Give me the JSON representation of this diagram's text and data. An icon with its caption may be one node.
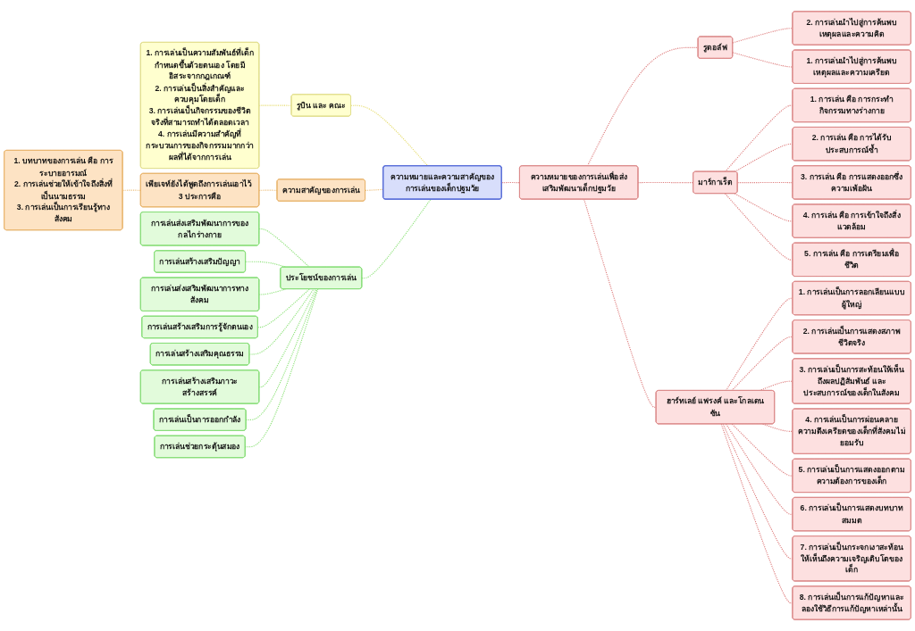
{
  "diagram": {
    "nodes": [
      {
        "text": [
          "ความหมายและความสาคัญของการเล่นของเด็กปฐมวัย"
        ]
      },
      {
        "text": [
          "รูบิน และ คณะ"
        ]
      },
      {
        "text": [
          "1. การเล่นเป็นความสัมพันธ์ที่เด็กกำหนดขึ้นด้วยตนเอง โดยมีอิสระจากกฎเกณฑ์",
          "2. การเล่นเป็นสิ่งสำคัญและควบคุมโดยเด็ก",
          "3. การเล่นเป็นกิจกรรมของชีวิตจริงที่สามารถทำได้ตลอดเวลา",
          "4. การเล่นมีความสำคัญที่กระบวนการของกิจกรรมมากกว่าผลที่ได้จากการเล่น"
        ]
      },
      {
        "text": [
          "ความสาคัญของการเล่น"
        ]
      },
      {
        "text": [
          "เพียเจท์ยังได้พูดถึงการเล่นเอาไว้ 3 ประการคือ"
        ]
      },
      {
        "text": [
          "1. บทบาทของการเล่น คือ การระบายอารมณ์",
          "2. การเล่นช่วยให้เข้าใจถึงสิ่งที่เป็นนามธรรม",
          "3. การเล่นเป็นการเรียนรู้ทางสังคม"
        ]
      },
      {
        "text": [
          "ประโยชน์ของการเล่น"
        ]
      },
      {
        "text": [
          "การเล่นส่งเสริมพัฒนาการของกลไกร่างกาย"
        ]
      },
      {
        "text": [
          "การเล่นสร้างเสริมปัญญา"
        ]
      },
      {
        "text": [
          "การเล่นส่งเสริมพัฒนาการทางสังคม"
        ]
      },
      {
        "text": [
          "การเล่นสร้างเสริมการรู้จักตนเอง"
        ]
      },
      {
        "text": [
          "การเล่นสร้างเสริมคุณธรรม"
        ]
      },
      {
        "text": [
          "การเล่นสร้างเสริมภาวะสร้างสรรค์"
        ]
      },
      {
        "text": [
          "การเล่นเป็นการออกกำลัง"
        ]
      },
      {
        "text": [
          "การเล่นช่วยกระตุ้นสมอง"
        ]
      },
      {
        "text": [
          "ความหมายของการเล่นเพื่อส่งเสริมพัฒนาเด็กปฐมวัย"
        ]
      },
      {
        "text": [
          "รูดอล์ฟ"
        ]
      },
      {
        "text": [
          "2. การเล่นนำไปสู่การค้นพบเหตุผลและความคิด"
        ]
      },
      {
        "text": [
          "1. การเล่นนำไปสู่การค้นพบเหตุผลและความเครียด"
        ]
      },
      {
        "text": [
          "มาร์กาเร็ต"
        ]
      },
      {
        "text": [
          "1. การเล่น คือ การกระทำกิจกรรมทางร่างกาย"
        ]
      },
      {
        "text": [
          "2. การเล่น คือ การได้รับประสบการณ์ซ้ำ"
        ]
      },
      {
        "text": [
          "3. การเล่น คือ การแสดงออกซึ่งความเพ้อฝัน"
        ]
      },
      {
        "text": [
          "4. การเล่น คือ การเข้าใจถึงสิ่งแวดล้อม"
        ]
      },
      {
        "text": [
          "5. การเล่น คือ การเตรียมเพื่อชีวิต"
        ]
      },
      {
        "text": [
          "ฮาร์ทเลย์ แฟรงค์ และโกลเดนซัน"
        ]
      },
      {
        "text": [
          "1. การเล่นเป็นการลอกเลียนแบบผู้ใหญ่"
        ]
      },
      {
        "text": [
          "2. การเล่นเป็นการแสดงสภาพชีวิตจริง"
        ]
      },
      {
        "text": [
          "3. การเล่นเป็นการสะท้อนให้เห็นถึงผลปฏิสัมพันธ์ และประสบการณ์ของเด็กในสังคม"
        ]
      },
      {
        "text": [
          "4. การเล่นเป็นการผ่อนคลายความตึงเครียดของเด็กที่สังคมไม่ยอมรับ"
        ]
      },
      {
        "text": [
          "5. การเล่นเป็นการแสดงออกตามความต้องการของเด็ก"
        ]
      },
      {
        "text": [
          "6. การเล่นเป็นการแสดงบทบาทสมมต"
        ]
      },
      {
        "text": [
          "7. การเล่นเป็นกระจกเงาสะท้อนให้เห็นถึงความเจริญเติบโตของเด็ก"
        ]
      },
      {
        "text": [
          "8. การเล่นเป็นการแก้ปัญหาและลองใช้วิธีการแก้ปัญหาเหล่านั้น"
        ]
      }
    ],
    "edges": [
      {
        "from": 1,
        "to": 0,
        "arrow": "none",
        "style": "dashed",
        "color": "#e6dc6e"
      },
      {
        "from": 2,
        "to": 1,
        "arrow": "none",
        "style": "dashed",
        "color": "#e6dc6e"
      },
      {
        "from": 3,
        "to": 0,
        "arrow": "none",
        "style": "dashed",
        "color": "#ebbd78"
      },
      {
        "from": 4,
        "to": 3,
        "arrow": "none",
        "style": "dashed",
        "color": "#ebbd78"
      },
      {
        "from": 5,
        "to": 4,
        "arrow": "none",
        "style": "dashed",
        "color": "#ebbd78"
      },
      {
        "from": 6,
        "to": 0,
        "arrow": "none",
        "style": "dashed",
        "color": "#8ee27a"
      },
      {
        "from": 7,
        "to": 6,
        "arrow": "none",
        "style": "dashed",
        "color": "#8ee27a"
      },
      {
        "from": 8,
        "to": 6,
        "arrow": "none",
        "style": "dashed",
        "color": "#8ee27a"
      },
      {
        "from": 9,
        "to": 6,
        "arrow": "none",
        "style": "dashed",
        "color": "#8ee27a"
      },
      {
        "from": 10,
        "to": 6,
        "arrow": "none",
        "style": "dashed",
        "color": "#8ee27a"
      },
      {
        "from": 11,
        "to": 6,
        "arrow": "none",
        "style": "dashed",
        "color": "#8ee27a"
      },
      {
        "from": 12,
        "to": 6,
        "arrow": "none",
        "style": "dashed",
        "color": "#8ee27a"
      },
      {
        "from": 13,
        "to": 6,
        "arrow": "none",
        "style": "dashed",
        "color": "#8ee27a"
      },
      {
        "from": 14,
        "to": 6,
        "arrow": "none",
        "style": "dashed",
        "color": "#8ee27a"
      },
      {
        "from": 0,
        "to": 15,
        "arrow": "none",
        "style": "dashed"
      },
      {
        "from": 15,
        "to": 16,
        "arrow": "none",
        "style": "dashed"
      },
      {
        "from": 16,
        "to": 17,
        "arrow": "none",
        "style": "dashed"
      },
      {
        "from": 16,
        "to": 18,
        "arrow": "none",
        "style": "dashed"
      },
      {
        "from": 15,
        "to": 19,
        "arrow": "none",
        "style": "dashed"
      },
      {
        "from": 19,
        "to": 20,
        "arrow": "none",
        "style": "dashed"
      },
      {
        "from": 19,
        "to": 21,
        "arrow": "none",
        "style": "dashed"
      },
      {
        "from": 19,
        "to": 22,
        "arrow": "none",
        "style": "dashed"
      },
      {
        "from": 19,
        "to": 23,
        "arrow": "none",
        "style": "dashed"
      },
      {
        "from": 19,
        "to": 24,
        "arrow": "none",
        "style": "dashed"
      },
      {
        "from": 15,
        "to": 25,
        "arrow": "none",
        "style": "dashed"
      },
      {
        "from": 25,
        "to": 26,
        "arrow": "none",
        "style": "dashed"
      },
      {
        "from": 25,
        "to": 27,
        "arrow": "none",
        "style": "dashed"
      },
      {
        "from": 25,
        "to": 28,
        "arrow": "none",
        "style": "dashed"
      },
      {
        "from": 25,
        "to": 29,
        "arrow": "none",
        "style": "dashed"
      },
      {
        "from": 25,
        "to": 30,
        "arrow": "none",
        "style": "dashed"
      },
      {
        "from": 25,
        "to": 31,
        "arrow": "none",
        "style": "dashed"
      },
      {
        "from": 25,
        "to": 32,
        "arrow": "none",
        "style": "dashed"
      },
      {
        "from": 25,
        "to": 33,
        "arrow": "none",
        "style": "dashed"
      }
    ]
  }
}
